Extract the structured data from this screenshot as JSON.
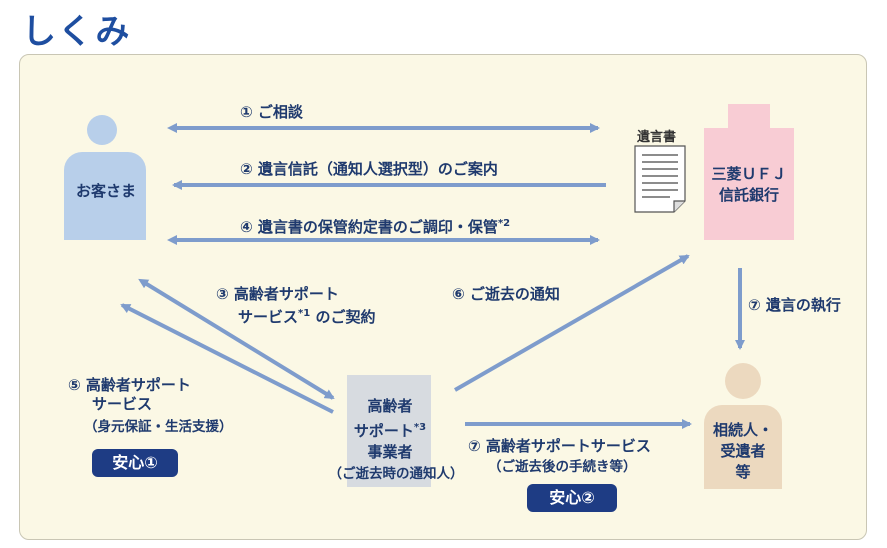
{
  "title": "しくみ",
  "nodes": {
    "client": "お客さま",
    "bank_line1": "三菱ＵＦＪ",
    "bank_line2": "信託銀行",
    "document_label": "遺言書",
    "heir_line1": "相続人・",
    "heir_line2": "受遺者",
    "heir_line3": "等",
    "provider_line1": "高齢者",
    "provider_line2": "サポート",
    "provider_line2_sup": "*3",
    "provider_line3": "事業者",
    "provider_sub": "（ご逝去時の通知人）"
  },
  "steps": {
    "s1": "① ご相談",
    "s2": "② 遺言信託（通知人選択型）のご案内",
    "s4": "④ 遺言書の保管約定書のご調印・保管",
    "s4_sup": "*2",
    "s3_line1": "③ 高齢者サポート",
    "s3_line2": "サービス",
    "s3_sup": "*1",
    "s3_line2b": "のご契約",
    "s6": "⑥ ご逝去の通知",
    "s7a": "⑦ 遺言の執行",
    "s5_line1": "⑤ 高齢者サポート",
    "s5_line2": "サービス",
    "s5_line3": "（身元保証・生活支援）",
    "s7b_line1": "⑦ 高齢者サポートサービス",
    "s7b_line2": "（ご逝去後の手続き等）"
  },
  "badges": {
    "b1": "安心①",
    "b2": "安心②"
  },
  "colors": {
    "arrow": "#7e9ccc",
    "title": "#1e4ea0",
    "badge": "#1e3c84",
    "client": "#b8cfea",
    "bank": "#f8ccd4",
    "heir": "#ecd9bf",
    "provider": "#d7dbe0",
    "panel": "#fbf8e5"
  }
}
